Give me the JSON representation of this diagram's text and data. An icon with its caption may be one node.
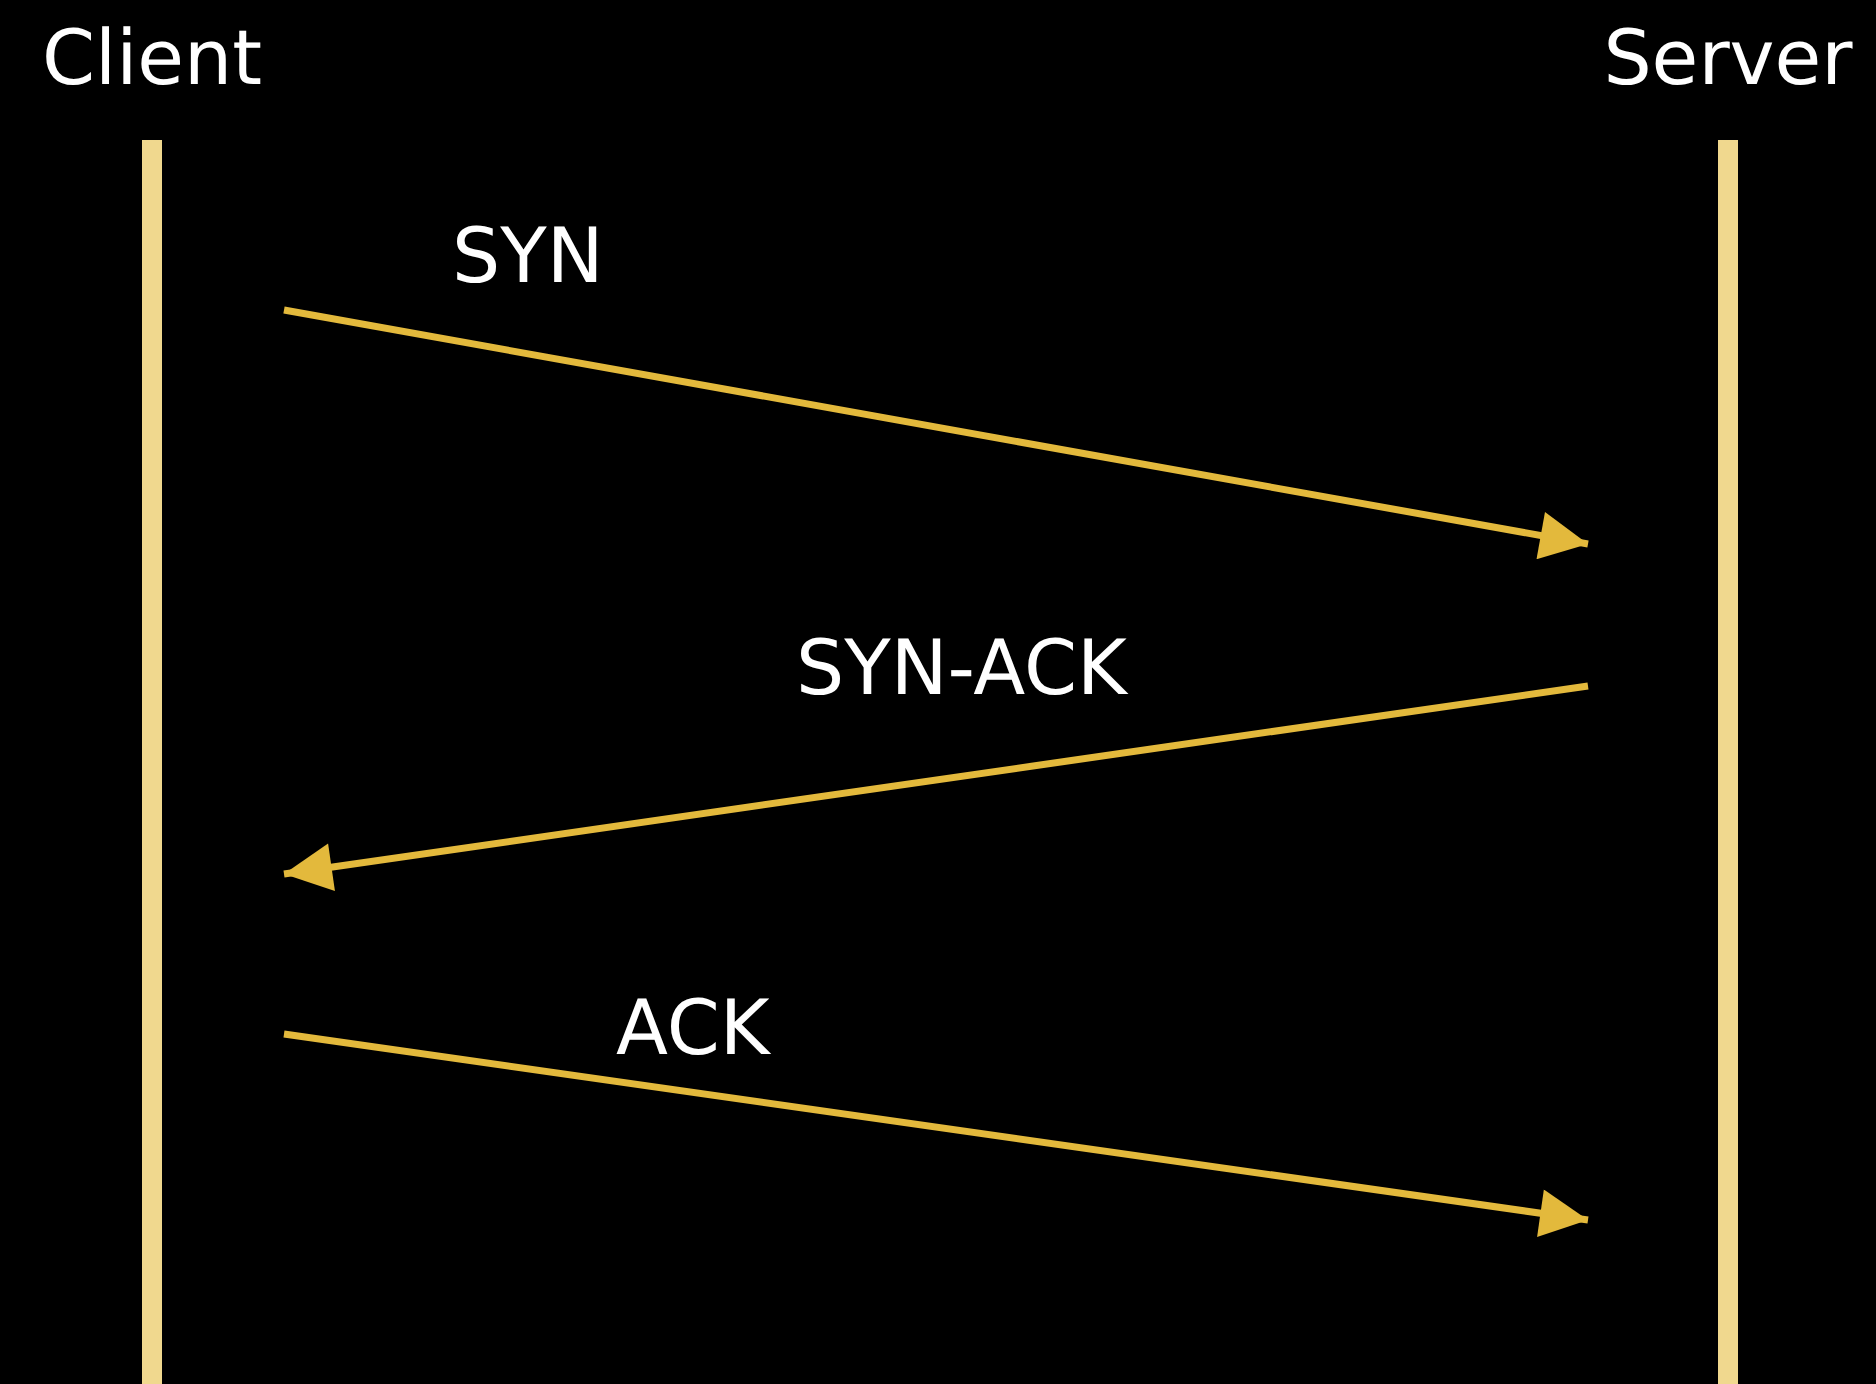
{
  "diagram": {
    "nodes": [
      {
        "text": [
          "Client"
        ]
      },
      {
        "text": [
          "Server"
        ]
      }
    ],
    "edges": [
      {
        "from": 0,
        "to": 1,
        "arrow": "to",
        "label": "SYN"
      },
      {
        "from": 1,
        "to": 0,
        "arrow": "to",
        "label": "SYN-ACK"
      },
      {
        "from": 0,
        "to": 1,
        "arrow": "to",
        "label": "ACK"
      }
    ]
  }
}
